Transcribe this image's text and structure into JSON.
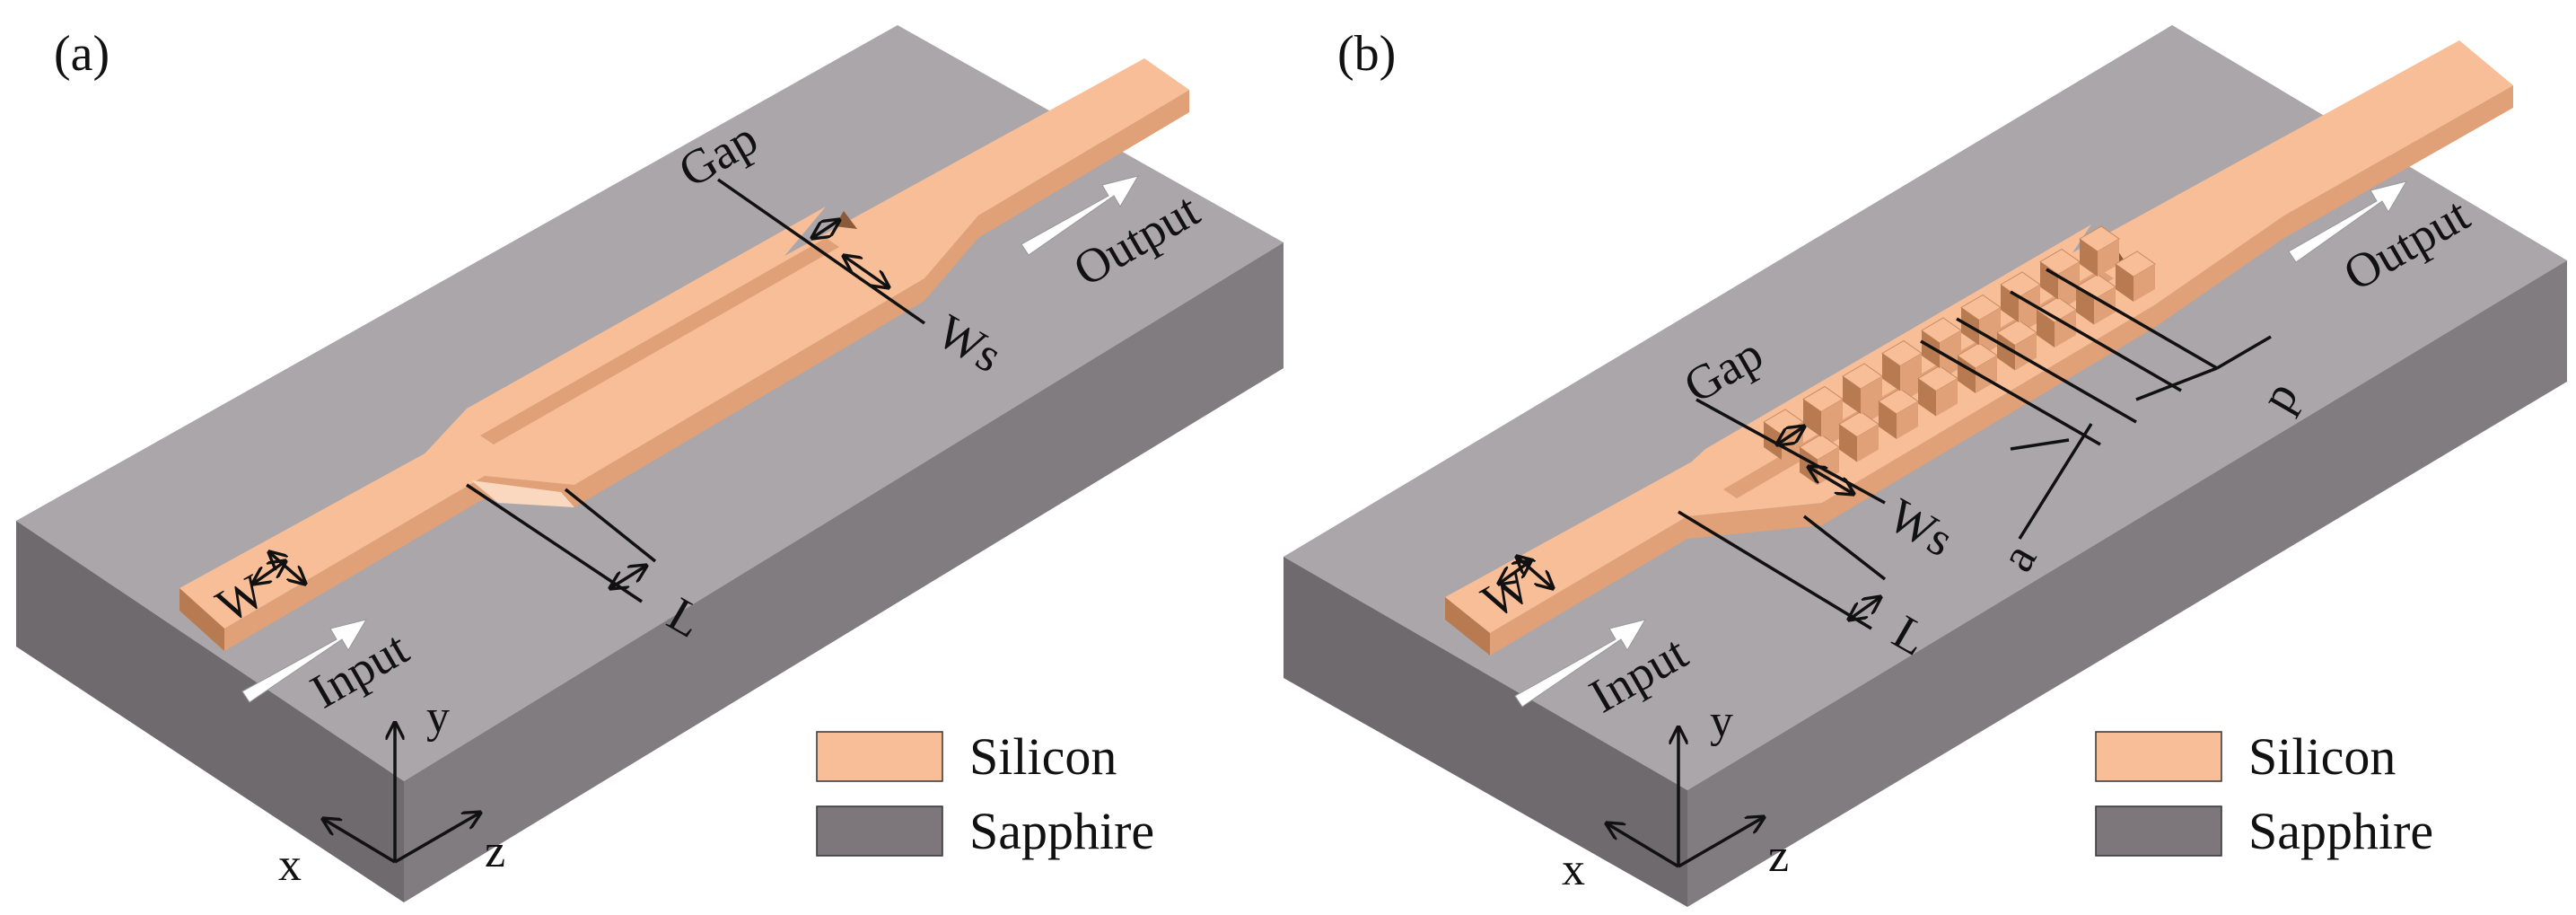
{
  "colors": {
    "silicon_top": "#F7BE98",
    "silicon_side": "#E0A078",
    "silicon_front": "#B87A50",
    "sapphire_top": "#AAA6A9",
    "sapphire_side": "#807C80",
    "sapphire_front": "#6E6A6E",
    "legend_sapphire": "#7D777C",
    "arrow": "#ffffff",
    "ink": "#111111"
  },
  "panels": [
    {
      "label": "(a)",
      "dims": {
        "gap": "Gap",
        "ws": "Ws",
        "w": "W",
        "l": "L"
      },
      "io": {
        "input": "Input",
        "output": "Output"
      },
      "axes": {
        "x": "x",
        "y": "y",
        "z": "z"
      },
      "legend": [
        {
          "label": "Silicon",
          "material": "silicon"
        },
        {
          "label": "Sapphire",
          "material": "sapphire"
        }
      ]
    },
    {
      "label": "(b)",
      "dims": {
        "gap": "Gap",
        "ws": "Ws",
        "w": "W",
        "l": "L",
        "a": "a",
        "p": "p"
      },
      "io": {
        "input": "Input",
        "output": "Output"
      },
      "axes": {
        "x": "x",
        "y": "y",
        "z": "z"
      },
      "legend": [
        {
          "label": "Silicon",
          "material": "silicon"
        },
        {
          "label": "Sapphire",
          "material": "sapphire"
        }
      ]
    }
  ]
}
